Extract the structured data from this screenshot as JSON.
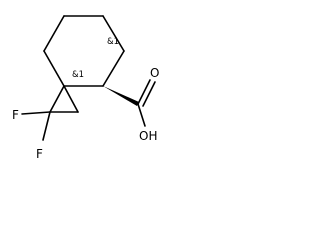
{
  "molecule": {
    "atoms": {
      "f_top": "F",
      "f_bottom": "F",
      "oxygen_double": "O",
      "hydroxyl": "OH"
    },
    "stereo_labels": {
      "spiro_center": "&1",
      "acid_carbon": "&1"
    }
  }
}
